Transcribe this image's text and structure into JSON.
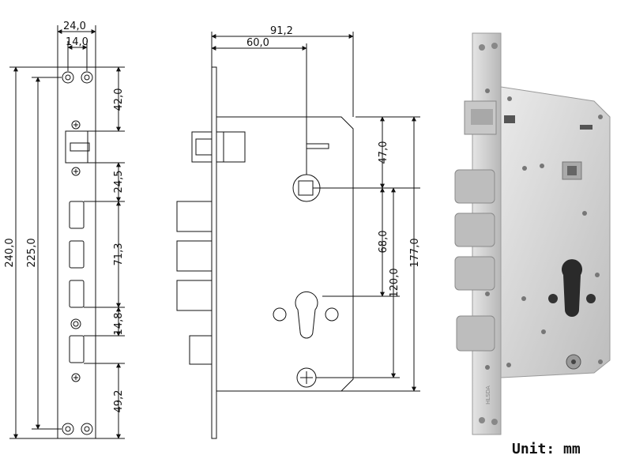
{
  "unit_label": "Unit: mm",
  "front_view": {
    "dims": {
      "plate_width": "24,0",
      "hole_spacing": "14,0",
      "total_height": "240,0",
      "hole_to_hole": "225,0",
      "top_to_latch": "42,0",
      "latch_to_bolt": "24,5",
      "bolt_span": "71,3",
      "bolt_gap": "14,8",
      "bottom_gap": "49,2"
    }
  },
  "side_view": {
    "dims": {
      "overall_depth": "91,2",
      "backset": "60,0",
      "top_to_spindle": "47,0",
      "spindle_to_cylinder": "68,0",
      "spindle_to_bottom_screw": "120,0",
      "case_height": "177,0"
    }
  },
  "photo": {
    "engraving": "HLSDA",
    "colors": {
      "steel_light": "#d9d9d9",
      "steel_mid": "#b8b8b8",
      "steel_dark": "#8a8a8a"
    }
  }
}
